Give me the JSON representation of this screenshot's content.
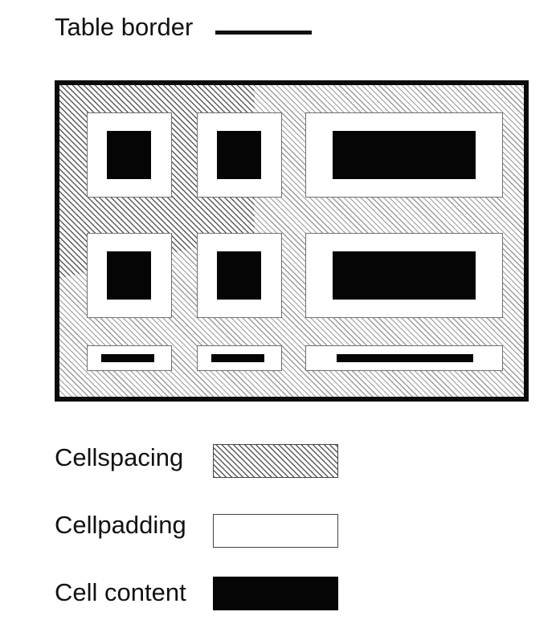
{
  "labels": {
    "table_border": "Table border",
    "cellspacing": "Cellspacing",
    "cellpadding": "Cellpadding",
    "cell_content": "Cell content"
  },
  "legend": {
    "cellspacing_style": "diagonal hatch",
    "cellpadding_color": "#ffffff",
    "cell_content_color": "#050505",
    "table_border_color": "#0b0b0b"
  },
  "table": {
    "rows": 3,
    "columns": 3
  }
}
